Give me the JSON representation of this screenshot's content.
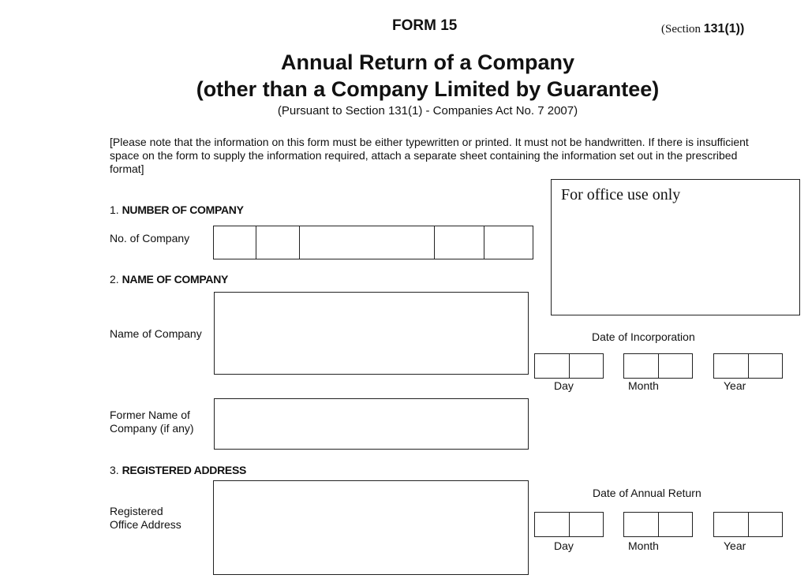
{
  "header": {
    "form_number": "FORM 15",
    "section_prefix": "(Section ",
    "section_number": "131(1))",
    "title_line1": "Annual Return of a Company",
    "title_line2": "(other than a Company Limited by Guarantee)",
    "pursuant": "(Pursuant to Section 131(1) - Companies Act No. 7 2007)"
  },
  "note": "[Please note that the information on this form must be either typewritten or printed. It must not be handwritten. If there is insufficient space on the form to supply the information required, attach a separate sheet containing the information set out in the prescribed format]",
  "office_use": {
    "label": "For office use only"
  },
  "sections": {
    "number": {
      "index": "1. ",
      "title": "NUMBER OF COMPANY",
      "field_label": "No. of Company"
    },
    "name": {
      "index": "2. ",
      "title": "NAME OF COMPANY",
      "field_label": "Name of Company",
      "former_label_line1": "Former Name of",
      "former_label_line2": "Company (if any)"
    },
    "address": {
      "index": "3. ",
      "title": "REGISTERED ADDRESS",
      "field_label_line1": "Registered",
      "field_label_line2": "Office Address"
    }
  },
  "incorporation_date": {
    "title": "Date of Incorporation",
    "day": "Day",
    "month": "Month",
    "year": "Year"
  },
  "annual_return_date": {
    "title": "Date of Annual Return",
    "day": "Day",
    "month": "Month",
    "year": "Year"
  }
}
